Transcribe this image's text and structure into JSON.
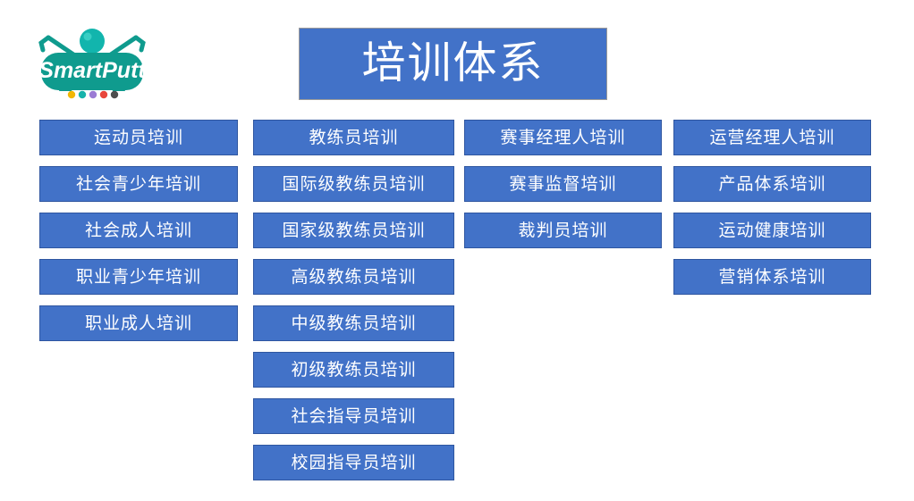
{
  "slide": {
    "background_color": "#ffffff",
    "title": "培训体系",
    "title_box_color": "#4272C8",
    "title_text_color": "#ffffff",
    "node_color": "#4272C8",
    "node_border_color": "#2f56a0",
    "node_text_color": "#ffffff"
  },
  "logo": {
    "name": "smartputt-logo",
    "wordmark": "SmartPutt",
    "teal_color": "#0F9B8E",
    "ball_color": "#12B5AD",
    "club_color": "#0F9B8E",
    "dots": [
      {
        "name": "dot-yellow",
        "color": "#F2B705"
      },
      {
        "name": "dot-teal",
        "color": "#17B3AB"
      },
      {
        "name": "dot-purple",
        "color": "#9B7BD4"
      },
      {
        "name": "dot-red",
        "color": "#E8463C"
      },
      {
        "name": "dot-gray",
        "color": "#4D4D4D"
      }
    ]
  },
  "columns": [
    {
      "id": "athlete-training",
      "items": [
        "运动员培训",
        "社会青少年培训",
        "社会成人培训",
        "职业青少年培训",
        "职业成人培训"
      ]
    },
    {
      "id": "coach-training",
      "items": [
        "教练员培训",
        "国际级教练员培训",
        "国家级教练员培训",
        "高级教练员培训",
        "中级教练员培训",
        "初级教练员培训",
        "社会指导员培训",
        "校园指导员培训"
      ]
    },
    {
      "id": "event-training",
      "items": [
        "赛事经理人培训",
        "赛事监督培训",
        "裁判员培训"
      ]
    },
    {
      "id": "operations-training",
      "items": [
        "运营经理人培训",
        "产品体系培训",
        "运动健康培训",
        "营销体系培训"
      ]
    }
  ]
}
